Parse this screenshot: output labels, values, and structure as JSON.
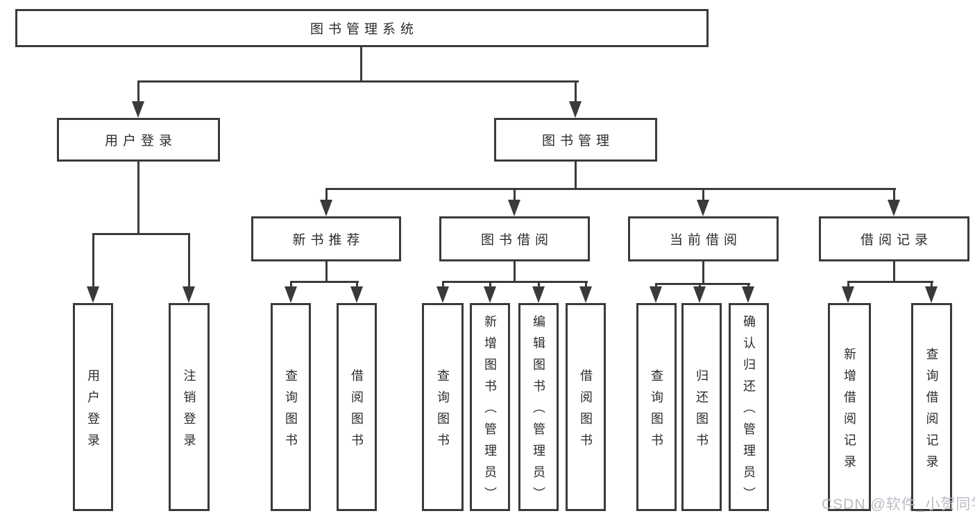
{
  "diagram": {
    "title": "图书管理系统",
    "nodes": {
      "root": {
        "label": "图书管理系统"
      },
      "l2": [
        {
          "label": "用户登录"
        },
        {
          "label": "图书管理"
        }
      ],
      "l3": [
        {
          "label": "新书推荐",
          "parent": "图书管理"
        },
        {
          "label": "图书借阅",
          "parent": "图书管理"
        },
        {
          "label": "当前借阅",
          "parent": "图书管理"
        },
        {
          "label": "借阅记录",
          "parent": "图书管理"
        }
      ],
      "leaves": [
        {
          "label": "用户登录",
          "parent": "用户登录"
        },
        {
          "label": "注销登录",
          "parent": "用户登录"
        },
        {
          "label": "查询图书",
          "parent": "新书推荐"
        },
        {
          "label": "借阅图书",
          "parent": "新书推荐"
        },
        {
          "label": "查询图书",
          "parent": "图书借阅"
        },
        {
          "label": "新增图书（管理员）",
          "parent": "图书借阅"
        },
        {
          "label": "编辑图书（管理员）",
          "parent": "图书借阅"
        },
        {
          "label": "借阅图书",
          "parent": "图书借阅"
        },
        {
          "label": "查询图书",
          "parent": "当前借阅"
        },
        {
          "label": "归还图书",
          "parent": "当前借阅"
        },
        {
          "label": "确认归还（管理员）",
          "parent": "当前借阅"
        },
        {
          "label": "新增借阅记录",
          "parent": "借阅记录"
        },
        {
          "label": "查询借阅记录",
          "parent": "借阅记录"
        }
      ]
    },
    "colors": {
      "line": "#3a3a3a",
      "box_border": "#3a3a3a",
      "text": "#2b2b2b",
      "background": "#ffffff",
      "watermark": "#b9bdc3"
    }
  },
  "watermark": {
    "text": "CSDN @软件_小贺同学"
  }
}
